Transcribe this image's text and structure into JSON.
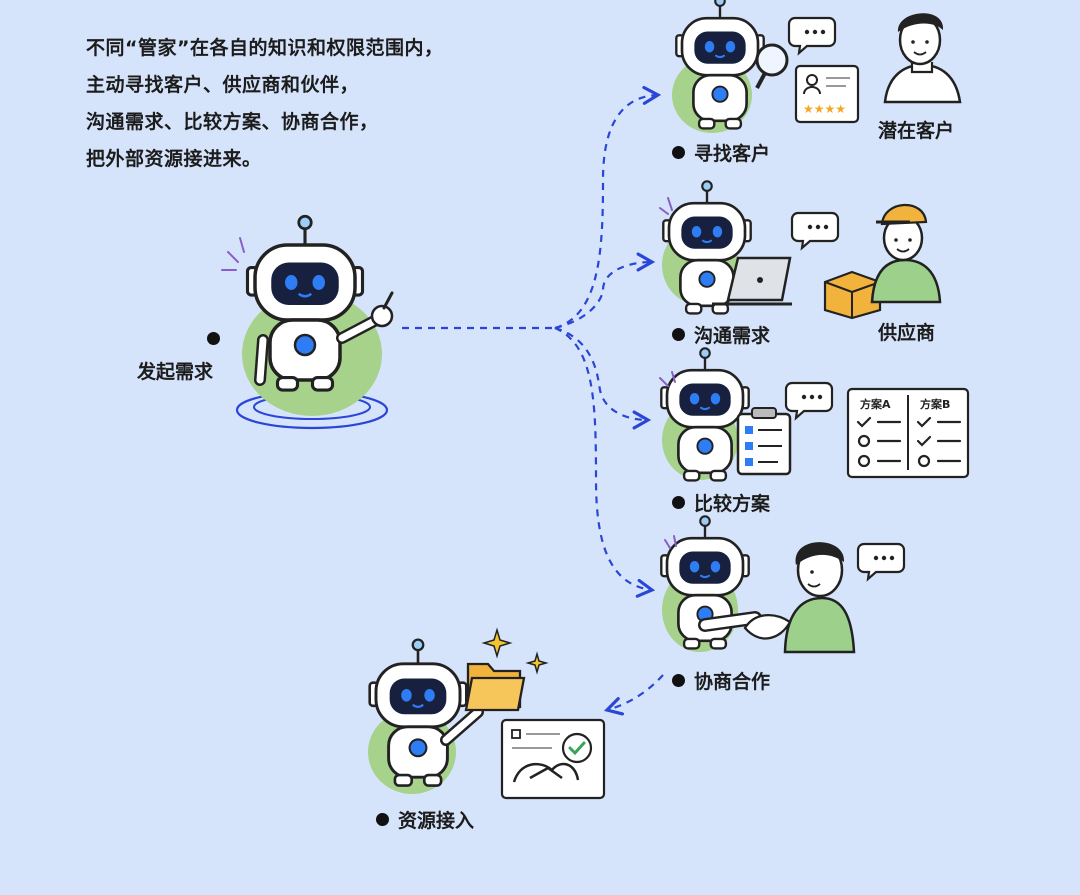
{
  "intro": [
    "不同“管家”在各自的知识和权限范围内，",
    "主动寻找客户、供应商和伙伴，",
    "沟通需求、比较方案、协商合作，",
    "把外部资源接进来。"
  ],
  "origin": {
    "label": "发起需求"
  },
  "steps": [
    {
      "label": "寻找客户",
      "result": "潜在客户"
    },
    {
      "label": "沟通需求",
      "result": "供应商"
    },
    {
      "label": "比较方案",
      "plan_a": "方案A",
      "plan_b": "方案B"
    },
    {
      "label": "协商合作"
    }
  ],
  "final": {
    "label": "资源接入"
  },
  "colors": {
    "background": "#d6e4fb",
    "arrow": "#2a46d6",
    "robot_eye": "#2f7df5",
    "green_blob": "#a6d28c"
  }
}
